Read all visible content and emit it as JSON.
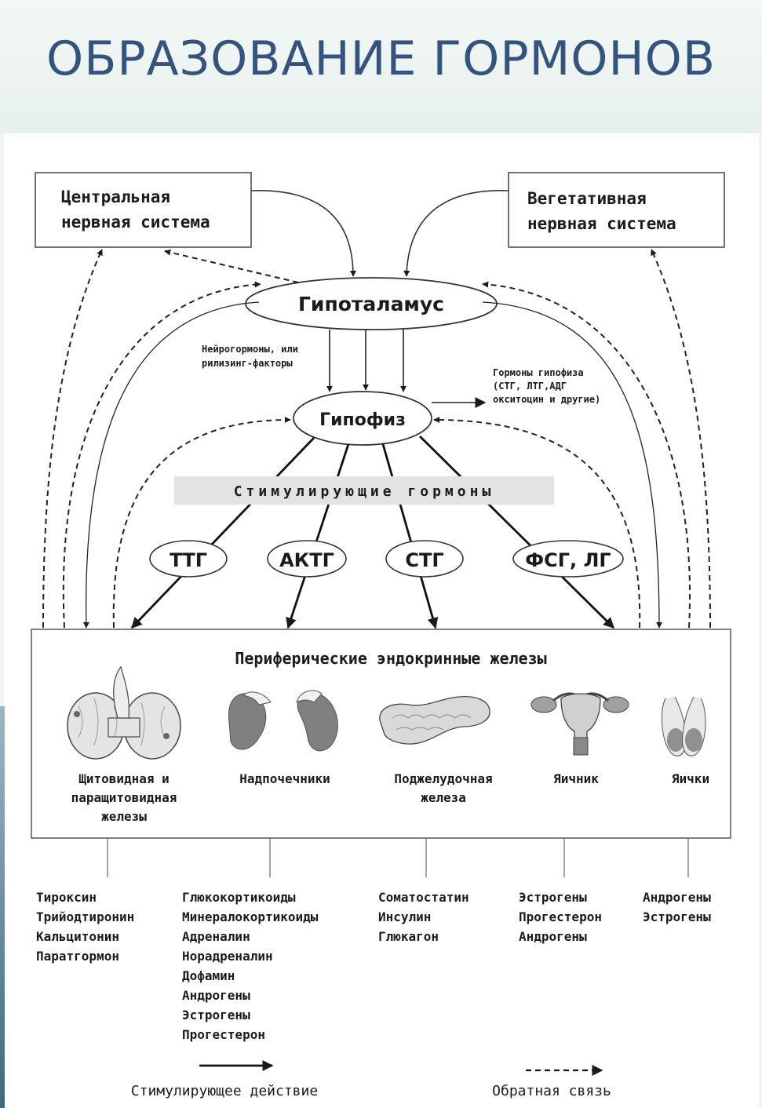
{
  "title": "ОБРАЗОВАНИЕ ГОРМОНОВ",
  "cns": {
    "line1": "Центральная",
    "line2": "нервная система"
  },
  "ans": {
    "line1": "Вегетативная",
    "line2": "нервная система"
  },
  "hypothalamus": "Гипоталамус",
  "neurohormones": {
    "line1": "Нейрогормоны, или",
    "line2": "рилизинг-факторы"
  },
  "pituitary": "Гипофиз",
  "pituitary_hormones": {
    "line1": "Гормоны гипофиза",
    "line2": "(СТГ, ЛТГ,АДГ",
    "line3": "окситоцин и другие)"
  },
  "stimulating_banner": "Стимулирующие  гормоны",
  "trophic": [
    "ТТГ",
    "АКТГ",
    "СТГ",
    "ФСГ, ЛГ"
  ],
  "peripheral_title": "Периферические эндокринные железы",
  "glands": {
    "thyroid": {
      "line1": "Щитовидная и",
      "line2": "паращитовидная",
      "line3": "железы"
    },
    "adrenal": "Надпочечники",
    "pancreas": {
      "line1": "Поджелудочная",
      "line2": "железа"
    },
    "ovary": "Яичник",
    "testes": "Яички"
  },
  "hormones": {
    "thyroid": [
      "Тироксин",
      "Трийодтиронин",
      "Кальцитонин",
      "Паратгормон"
    ],
    "adrenal": [
      "Глюкокортикоиды",
      "Минералокортикоиды",
      "Адреналин",
      "Норадреналин",
      "Дофамин",
      "Андрогены",
      "Эстрогены",
      "Прогестерон"
    ],
    "pancreas": [
      "Соматостатин",
      "Инсулин",
      "Глюкагон"
    ],
    "ovary": [
      "Эстрогены",
      "Прогестерон",
      "Андрогены"
    ],
    "testes": [
      "Андрогены",
      "Эстрогены"
    ]
  },
  "legend": {
    "stimulating": "Стимулирующее действие",
    "feedback": "Обратная связь"
  },
  "colors": {
    "title": "#34537e",
    "ink": "#1b1b1b",
    "banner": "#e3e3e3"
  }
}
